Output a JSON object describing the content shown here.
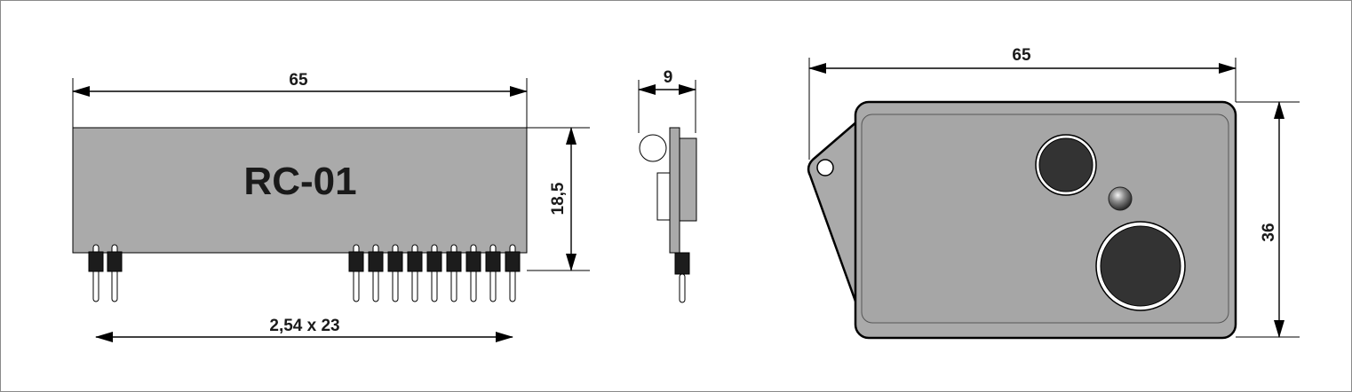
{
  "module_label": "RC-01",
  "dimensions": {
    "module_width": "65",
    "module_height": "18,5",
    "pin_pitch": "2,54 x 23",
    "side_thickness": "9",
    "remote_width": "65",
    "remote_height": "36"
  },
  "colors": {
    "body_fill": "#aaaaaa",
    "remote_inner": "#a6a6a6",
    "button_dark": "#333333",
    "pin_dark": "#1c1c1c",
    "line": "#000000",
    "frame": "#8a8a8a"
  },
  "icons": [
    "led-icon",
    "button-icon",
    "keyring-hole-icon"
  ]
}
